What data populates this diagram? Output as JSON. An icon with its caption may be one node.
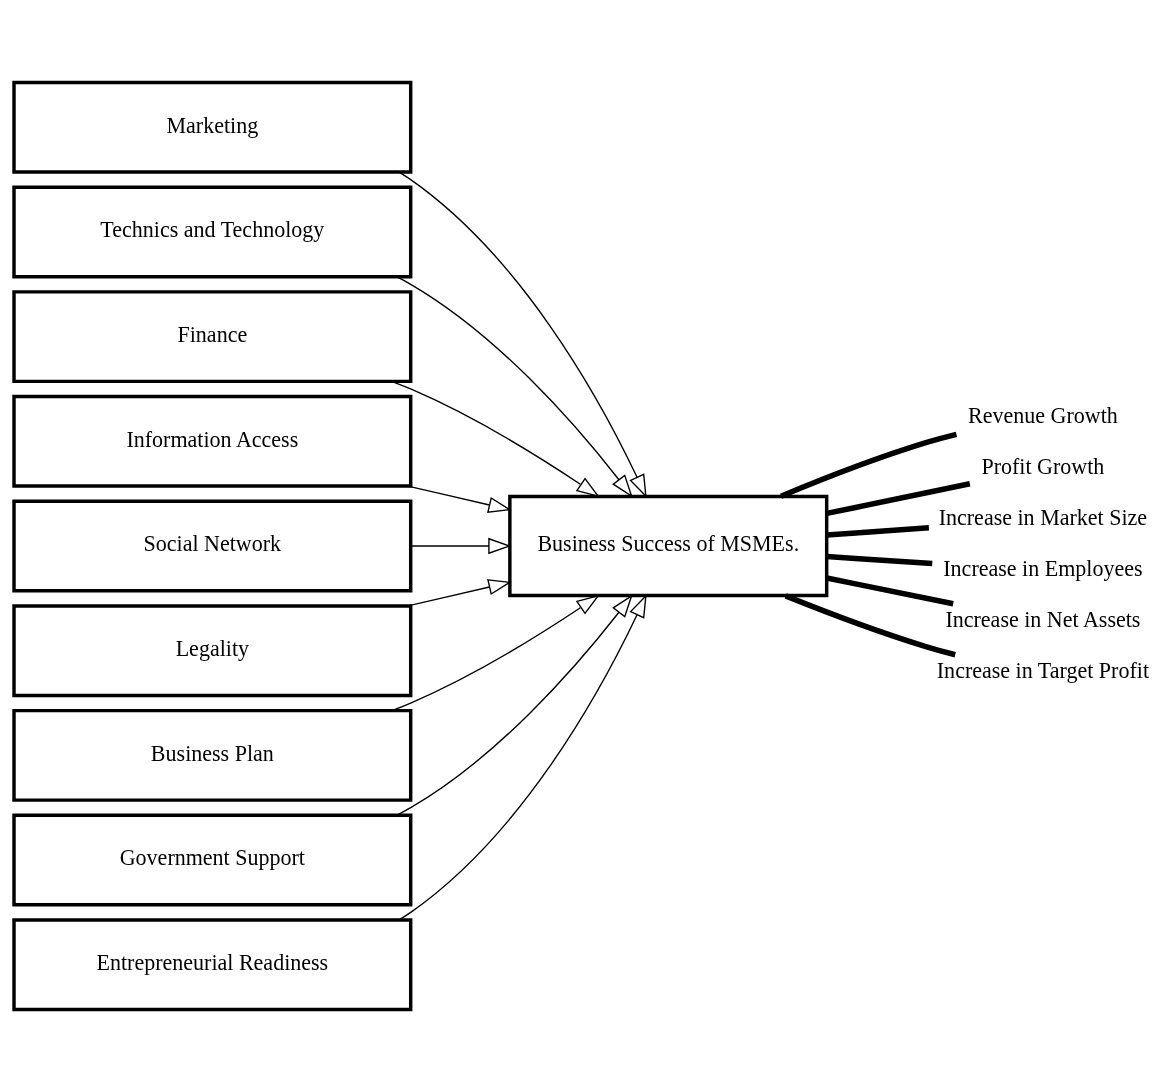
{
  "diagram": {
    "nodes": [
      {
        "text": [
          "Marketing"
        ]
      },
      {
        "text": [
          "Technics and Technology"
        ]
      },
      {
        "text": [
          "Finance"
        ]
      },
      {
        "text": [
          "Information Access"
        ]
      },
      {
        "text": [
          "Social Network"
        ]
      },
      {
        "text": [
          "Legality"
        ]
      },
      {
        "text": [
          "Business Plan"
        ]
      },
      {
        "text": [
          "Government Support"
        ]
      },
      {
        "text": [
          "Entrepreneurial Readiness"
        ]
      },
      {
        "text": [
          "Business Success of MSMEs."
        ]
      },
      {
        "text": [
          "Revenue Growth"
        ]
      },
      {
        "text": [
          "Profit Growth"
        ]
      },
      {
        "text": [
          "Increase in Market Size"
        ]
      },
      {
        "text": [
          "Increase in Employees"
        ]
      },
      {
        "text": [
          "Increase in Net Assets"
        ]
      },
      {
        "text": [
          "Increase in Target Profit"
        ]
      }
    ],
    "edges": [
      {
        "from": 0,
        "to": 9,
        "arrow": "to"
      },
      {
        "from": 1,
        "to": 9,
        "arrow": "to"
      },
      {
        "from": 2,
        "to": 9,
        "arrow": "to"
      },
      {
        "from": 3,
        "to": 9,
        "arrow": "to"
      },
      {
        "from": 4,
        "to": 9,
        "arrow": "to"
      },
      {
        "from": 5,
        "to": 9,
        "arrow": "to"
      },
      {
        "from": 6,
        "to": 9,
        "arrow": "to"
      },
      {
        "from": 7,
        "to": 9,
        "arrow": "to"
      },
      {
        "from": 8,
        "to": 9,
        "arrow": "to"
      },
      {
        "from": 9,
        "to": 10,
        "arrow": "none",
        "style": "thick"
      },
      {
        "from": 9,
        "to": 11,
        "arrow": "none",
        "style": "thick"
      },
      {
        "from": 9,
        "to": 12,
        "arrow": "none",
        "style": "thick"
      },
      {
        "from": 9,
        "to": 13,
        "arrow": "none",
        "style": "thick"
      },
      {
        "from": 9,
        "to": 14,
        "arrow": "none",
        "style": "thick"
      },
      {
        "from": 9,
        "to": 15,
        "arrow": "none",
        "style": "thick"
      }
    ]
  }
}
